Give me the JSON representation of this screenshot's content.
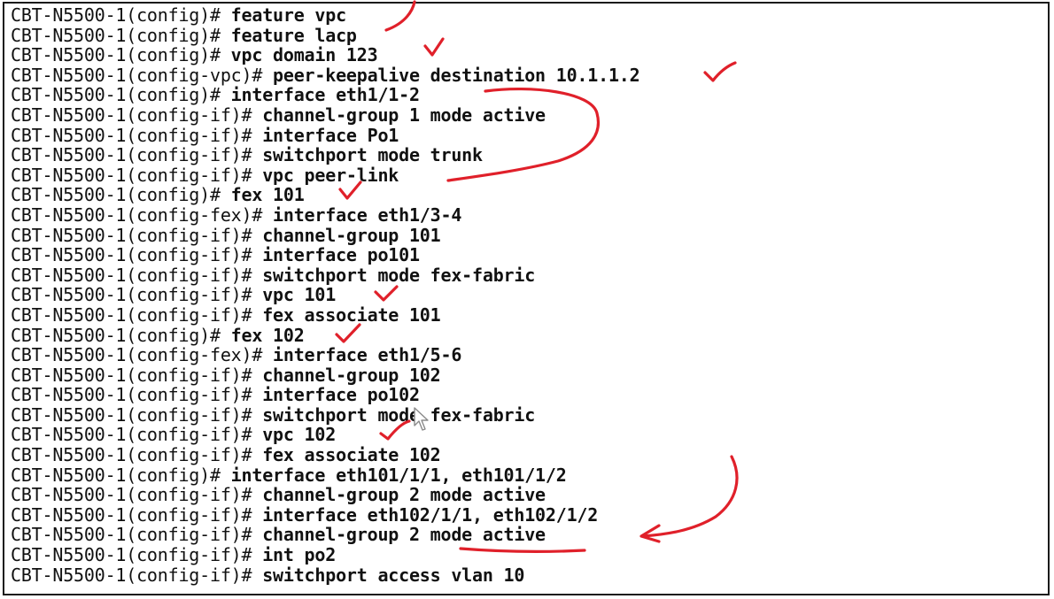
{
  "terminal": {
    "lines": [
      {
        "prompt": "CBT-N5500-1(config)#",
        "command": "feature vpc"
      },
      {
        "prompt": "CBT-N5500-1(config)#",
        "command": "feature lacp"
      },
      {
        "prompt": "CBT-N5500-1(config)#",
        "command": "vpc domain 123"
      },
      {
        "prompt": "CBT-N5500-1(config-vpc)#",
        "command": "peer-keepalive destination 10.1.1.2"
      },
      {
        "prompt": "CBT-N5500-1(config)#",
        "command": "interface eth1/1-2"
      },
      {
        "prompt": "CBT-N5500-1(config-if)#",
        "command": "channel-group 1 mode active"
      },
      {
        "prompt": "CBT-N5500-1(config-if)#",
        "command": "interface Po1"
      },
      {
        "prompt": "CBT-N5500-1(config-if)#",
        "command": "switchport mode trunk"
      },
      {
        "prompt": "CBT-N5500-1(config-if)#",
        "command": "vpc peer-link"
      },
      {
        "prompt": "CBT-N5500-1(config)#",
        "command": "fex 101"
      },
      {
        "prompt": "CBT-N5500-1(config-fex)#",
        "command": "interface eth1/3-4"
      },
      {
        "prompt": "CBT-N5500-1(config-if)#",
        "command": "channel-group 101"
      },
      {
        "prompt": "CBT-N5500-1(config-if)#",
        "command": "interface po101"
      },
      {
        "prompt": "CBT-N5500-1(config-if)#",
        "command": "switchport mode fex-fabric"
      },
      {
        "prompt": "CBT-N5500-1(config-if)#",
        "command": "vpc 101"
      },
      {
        "prompt": "CBT-N5500-1(config-if)#",
        "command": "fex associate 101"
      },
      {
        "prompt": "CBT-N5500-1(config)#",
        "command": "fex 102"
      },
      {
        "prompt": "CBT-N5500-1(config-fex)#",
        "command": "interface eth1/5-6"
      },
      {
        "prompt": "CBT-N5500-1(config-if)#",
        "command": "channel-group 102"
      },
      {
        "prompt": "CBT-N5500-1(config-if)#",
        "command": "interface po102"
      },
      {
        "prompt": "CBT-N5500-1(config-if)#",
        "command": "switchport mode fex-fabric"
      },
      {
        "prompt": "CBT-N5500-1(config-if)#",
        "command": "vpc 102"
      },
      {
        "prompt": "CBT-N5500-1(config-if)#",
        "command": "fex associate 102"
      },
      {
        "prompt": "CBT-N5500-1(config)#",
        "command": "interface eth101/1/1, eth101/1/2"
      },
      {
        "prompt": "CBT-N5500-1(config-if)#",
        "command": "channel-group 2 mode active"
      },
      {
        "prompt": "CBT-N5500-1(config-if)#",
        "command": "interface eth102/1/1, eth102/1/2"
      },
      {
        "prompt": "CBT-N5500-1(config-if)#",
        "command": "channel-group 2 mode active"
      },
      {
        "prompt": "CBT-N5500-1(config-if)#",
        "command": "int po2"
      },
      {
        "prompt": "CBT-N5500-1(config-if)#",
        "command": "switchport access vlan 10"
      }
    ]
  },
  "annotation": {
    "ink_color": "#e0202a",
    "marks": [
      "arrow",
      "check",
      "check",
      "bracket-curve",
      "check",
      "check",
      "check",
      "check",
      "arrow",
      "underline"
    ]
  },
  "cursor": {
    "icon": "mouse-pointer-icon"
  },
  "colors": {
    "text": "#111111",
    "background": "#ffffff",
    "border": "#1a1a1a"
  }
}
